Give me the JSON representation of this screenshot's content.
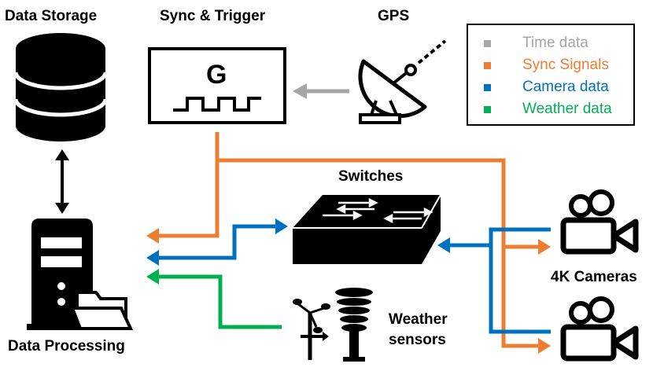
{
  "labels": {
    "data_storage": "Data Storage",
    "sync_trigger": "Sync & Trigger",
    "gps": "GPS",
    "switches": "Switches",
    "cameras": "4K Cameras",
    "data_processing": "Data Processing",
    "weather_line1": "Weather",
    "weather_line2": "sensors",
    "sync_box_symbol": "G"
  },
  "legend": [
    {
      "label": "Time data",
      "color": "#a6a6a6",
      "icon": "square-swatch"
    },
    {
      "label": "Sync Signals",
      "color": "#ed7d31",
      "icon": "square-swatch"
    },
    {
      "label": "Camera data",
      "color": "#0070c0",
      "icon": "square-swatch"
    },
    {
      "label": "Weather data",
      "color": "#00b050",
      "icon": "square-swatch"
    }
  ],
  "colors": {
    "time": "#a6a6a6",
    "sync": "#ed7d31",
    "camera": "#0070c0",
    "weather": "#00b050",
    "ink": "#000000"
  },
  "icons": [
    "database-icon",
    "server-tower-icon",
    "folder-icon",
    "satellite-dish-icon",
    "network-switch-icon",
    "video-camera-icon",
    "weather-station-icon",
    "square-wave-icon"
  ]
}
